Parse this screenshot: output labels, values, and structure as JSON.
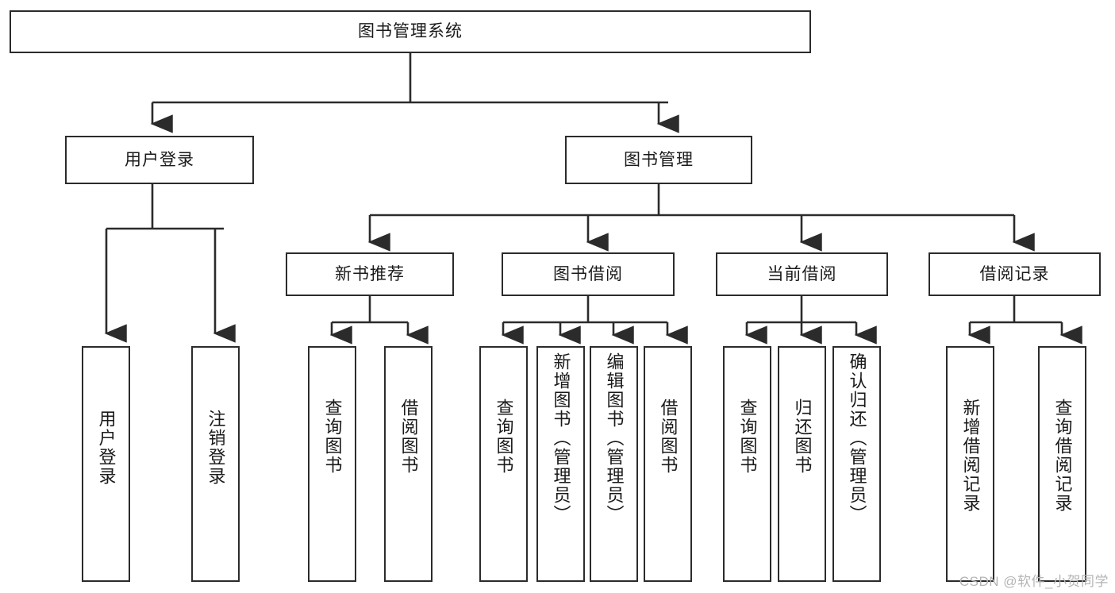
{
  "diagram": {
    "title": "图书管理系统",
    "type": "tree-hierarchy",
    "watermark": "CSDN @软件_小贺同学",
    "colors": {
      "background": "#ffffff",
      "box_border": "#2b2b2b",
      "box_fill": "#ffffff",
      "text": "#1a1a1a",
      "connector": "#2b2b2b",
      "watermark": "#b4b4b4"
    },
    "root": {
      "id": "root",
      "label": "图书管理系统"
    },
    "level2": [
      {
        "id": "user-login",
        "label": "用户登录"
      },
      {
        "id": "book-manage",
        "label": "图书管理"
      }
    ],
    "level3": [
      {
        "id": "new-book-recommend",
        "label": "新书推荐",
        "parent": "book-manage"
      },
      {
        "id": "book-borrow",
        "label": "图书借阅",
        "parent": "book-manage"
      },
      {
        "id": "current-borrow",
        "label": "当前借阅",
        "parent": "book-manage"
      },
      {
        "id": "borrow-record",
        "label": "借阅记录",
        "parent": "book-manage"
      }
    ],
    "leaves": [
      {
        "id": "leaf-user-login",
        "label": "用户登录",
        "parent": "user-login"
      },
      {
        "id": "leaf-logout-login",
        "label": "注销登录",
        "parent": "user-login"
      },
      {
        "id": "leaf-query-book-1",
        "label": "查询图书",
        "parent": "new-book-recommend"
      },
      {
        "id": "leaf-borrow-book-1",
        "label": "借阅图书",
        "parent": "new-book-recommend"
      },
      {
        "id": "leaf-query-book-2",
        "label": "查询图书",
        "parent": "book-borrow"
      },
      {
        "id": "leaf-add-book",
        "label": "新增图书（管理员）",
        "parent": "book-borrow"
      },
      {
        "id": "leaf-edit-book",
        "label": "编辑图书（管理员）",
        "parent": "book-borrow"
      },
      {
        "id": "leaf-borrow-book-2",
        "label": "借阅图书",
        "parent": "book-borrow"
      },
      {
        "id": "leaf-query-book-3",
        "label": "查询图书",
        "parent": "current-borrow"
      },
      {
        "id": "leaf-return-book",
        "label": "归还图书",
        "parent": "current-borrow"
      },
      {
        "id": "leaf-confirm-return",
        "label": "确认归还（管理员）",
        "parent": "current-borrow"
      },
      {
        "id": "leaf-add-record",
        "label": "新增借阅记录",
        "parent": "borrow-record"
      },
      {
        "id": "leaf-query-record",
        "label": "查询借阅记录",
        "parent": "borrow-record"
      }
    ]
  }
}
